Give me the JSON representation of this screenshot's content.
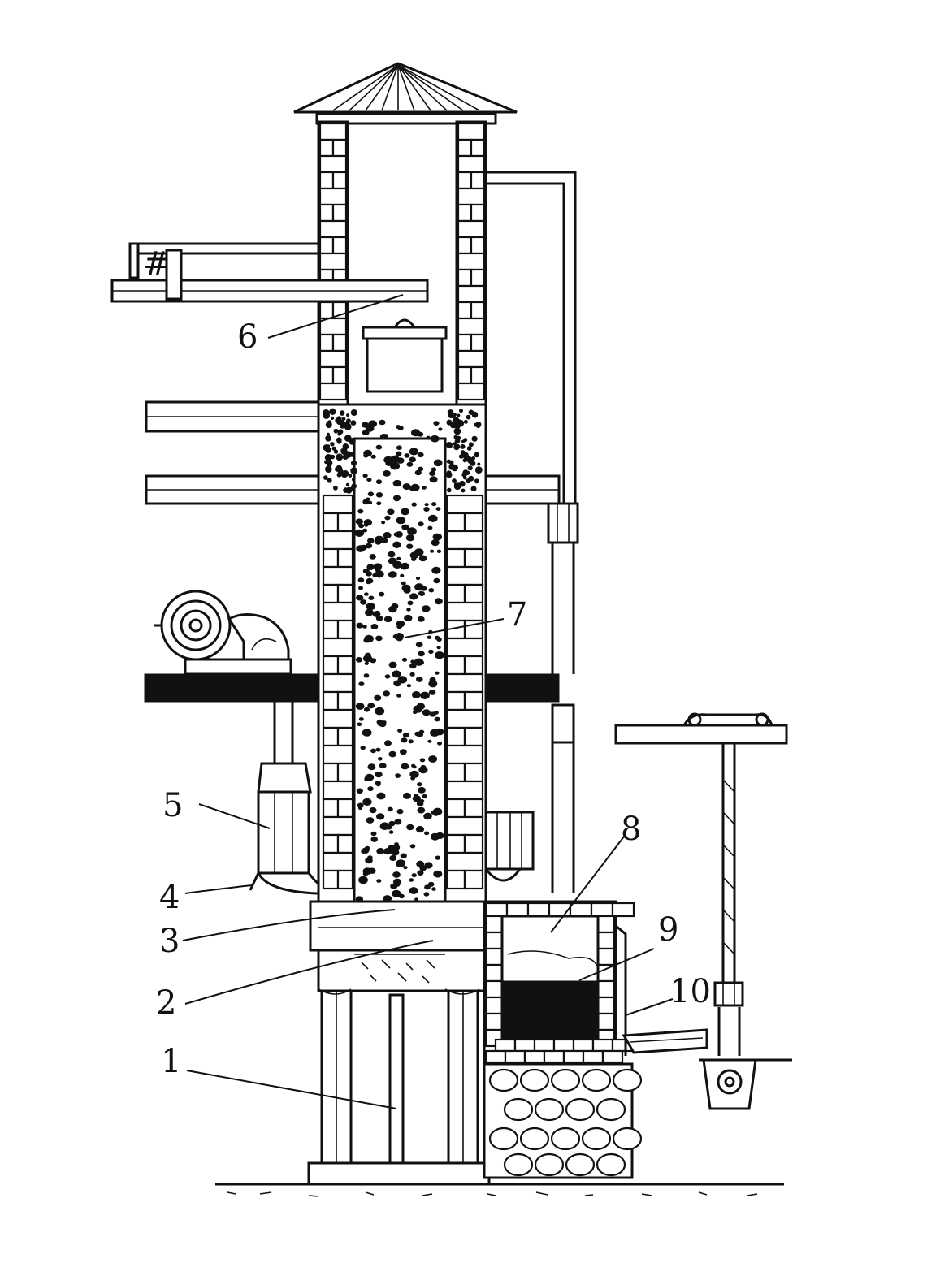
{
  "diagram": {
    "colors": {
      "ink": "#111111",
      "paper": "#ffffff"
    },
    "callouts": [
      {
        "id": "1",
        "text": "1"
      },
      {
        "id": "2",
        "text": "2"
      },
      {
        "id": "3",
        "text": "3"
      },
      {
        "id": "4",
        "text": "4"
      },
      {
        "id": "5",
        "text": "5"
      },
      {
        "id": "6",
        "text": "6"
      },
      {
        "id": "7",
        "text": "7"
      },
      {
        "id": "8",
        "text": "8"
      },
      {
        "id": "9",
        "text": "9"
      },
      {
        "id": "10",
        "text": "10"
      }
    ]
  }
}
